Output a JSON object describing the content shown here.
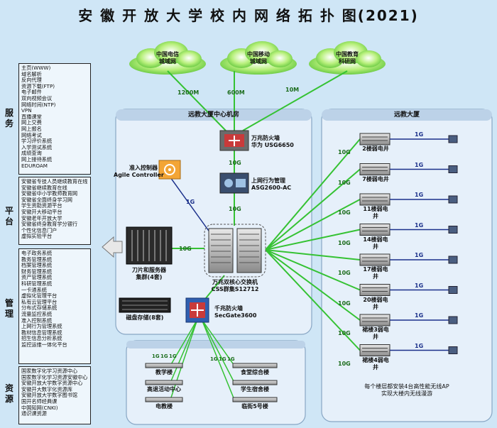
{
  "title": "安 徽 开 放 大 学 校 内 网 络 拓 扑 图(2021)",
  "clouds": [
    {
      "line1": "中国电信",
      "line2": "城域网"
    },
    {
      "line1": "中国移动",
      "line2": "城域网"
    },
    {
      "line1": "中国教育",
      "line2": "科研网"
    }
  ],
  "uplinks": [
    "1200M",
    "600M",
    "10M"
  ],
  "categories": [
    {
      "label": "服务",
      "items": [
        "主页(WWW)",
        "域名解析",
        "反向代理",
        "资源下载(FTP)",
        "电子邮件",
        "双向视频会议",
        "网络时间(NTP)",
        "VPN",
        "直播课堂",
        "网上交费",
        "网上报名",
        "网络考试",
        "学习评价系统",
        "入学测试系统",
        "成绩查询",
        "网上接待系统",
        "EDUROAM"
      ]
    },
    {
      "label": "平台",
      "items": [
        "安徽省专技人员继续教育在线",
        "安徽省继续教育在线",
        "安徽省中小学教师教育网",
        "安徽省全面终身学习网",
        "学生资助资源平台",
        "安徽开大移动平台",
        "安徽老年开放大学",
        "安徽省终身教育学分银行",
        "个性化信息门户",
        "虚拟实验平台"
      ]
    },
    {
      "label": "管理",
      "items": [
        "电子政务系统",
        "教务管理系统",
        "档案管理系统",
        "财务管理系统",
        "资产管理系统",
        "科研管理系统",
        "一卡通系统",
        "虚拟化管理平台",
        "私有云管理平台",
        "分布式存储系统",
        "流量监控系统",
        "准入控制系统",
        "上网行为管理系统",
        "教材信息管理系统",
        "招生信息分析系统",
        "监控运维一体化平台"
      ]
    },
    {
      "label": "资源",
      "items": [
        "国家数字化学习资源中心",
        "国家数字化学习资源安徽中心",
        "安徽开放大学数字资源中心",
        "安徽开大数字化资源库",
        "安徽开放大学数字图书馆",
        "国开名师经典课",
        "中国知网(CNKI)",
        "通识课资源"
      ]
    }
  ],
  "center_room": "远教大厦中心机房",
  "building_room": "远教大厦",
  "firewall": {
    "line1": "万兆防火墙",
    "line2": "华为 USG6650"
  },
  "asg": {
    "line1": "上网行为管理",
    "line2": "ASG2600-AC"
  },
  "agile": {
    "line1": "准入控制器",
    "line2": "Agile Controller"
  },
  "servers": {
    "line1": "刀片和服务器",
    "line2": "集群(4套)"
  },
  "storage": {
    "line1": "磁盘存储(8套)"
  },
  "core": {
    "line1": "万兆双核心交换机",
    "line2": "CSS群集S12712"
  },
  "secgate": {
    "line1": "千兆防火墙",
    "line2": "SecGate3600"
  },
  "links": {
    "fw_asg": "10G",
    "asg_core": "10G",
    "agile_core": "1G",
    "srv_core": "10G",
    "floor": "10G",
    "ap": "1G",
    "campus": "1G"
  },
  "floors": [
    "2楼弱电井",
    "7楼弱电井",
    "11楼弱电井",
    "14楼弱电井",
    "17楼弱电井",
    "20楼弱电井",
    "裙楼3弱电井",
    "裙楼4弱电井"
  ],
  "floor_note": {
    "line1": "每个楼层都安装4台高性能无线AP",
    "line2": "实现大楼内无线漫游"
  },
  "campus_left": [
    "教学楼",
    "高退活动中心",
    "电教楼"
  ],
  "campus_right": [
    "食堂综合楼",
    "学生宿舍楼",
    "临街5号楼"
  ],
  "colors": {
    "background": "#cfe6f6",
    "link_10g": "#35c233",
    "link_1g": "#1a2f8a",
    "panel": "#e6f0fa",
    "panel_border": "#88a6c4"
  }
}
